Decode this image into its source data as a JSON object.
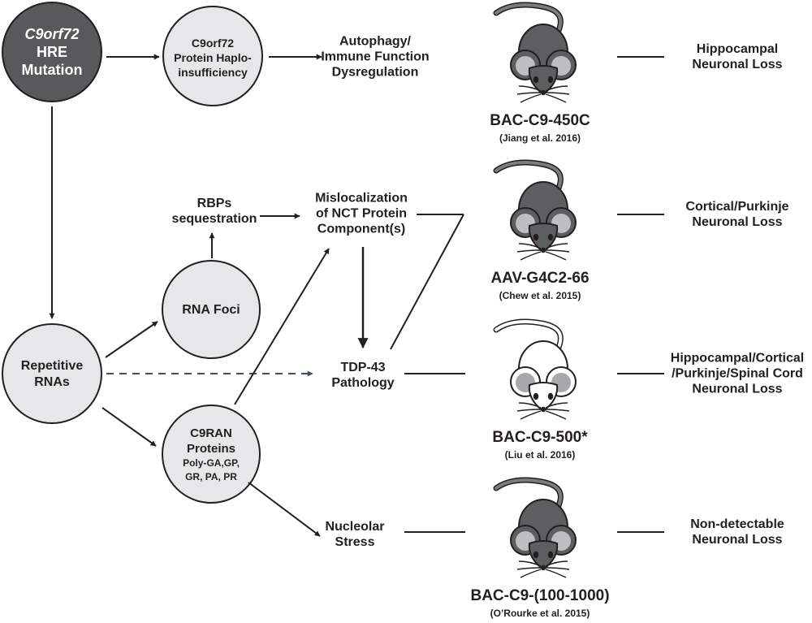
{
  "colors": {
    "dark_circle": "#58595b",
    "light_circle": "#e6e7e8",
    "dashed_arrow": "#3f4e63",
    "mouse_dark": "#5d5e60",
    "mouse_light": "#ffffff"
  },
  "nodes": {
    "hre": {
      "line1": "C9orf72",
      "line2": "HRE",
      "line3": "Mutation"
    },
    "haplo": {
      "line1": "C9orf72",
      "line2": "Protein Haplo-",
      "line3": "insufficiency"
    },
    "repetitive": {
      "line1": "Repetitive",
      "line2": "RNAs"
    },
    "rna_foci": {
      "label": "RNA Foci"
    },
    "c9ran": {
      "line1": "C9RAN",
      "line2": "Proteins",
      "line3": "Poly-GA,GP,",
      "line4": "GR, PA, PR"
    }
  },
  "processes": {
    "autophagy": {
      "line1": "Autophagy/",
      "line2": "Immune Function",
      "line3": "Dysregulation"
    },
    "rbp": {
      "line1": "RBPs",
      "line2": "sequestration"
    },
    "nct": {
      "line1": "Mislocalization",
      "line2": "of NCT Protein",
      "line3": "Component(s)"
    },
    "tdp43": {
      "line1": "TDP-43",
      "line2": "Pathology"
    },
    "nucleolar": {
      "line1": "Nucleolar",
      "line2": "Stress"
    }
  },
  "models": [
    {
      "name": "BAC-C9-450C",
      "ref": "(Jiang et al. 2016)",
      "color": "dark",
      "outcome": [
        "Hippocampal",
        "Neuronal Loss"
      ]
    },
    {
      "name": "AAV-G4C2-66",
      "ref": "(Chew et al. 2015)",
      "color": "dark",
      "outcome": [
        "Cortical/Purkinje",
        "Neuronal Loss"
      ]
    },
    {
      "name": "BAC-C9-500*",
      "ref": "(Liu et al. 2016)",
      "color": "light",
      "outcome": [
        "Hippocampal/Cortical",
        "/Purkinje/Spinal Cord",
        "Neuronal Loss"
      ]
    },
    {
      "name": "BAC-C9-(100-1000)",
      "ref": "(O’Rourke et al. 2015)",
      "color": "dark",
      "outcome": [
        "Non-detectable",
        "Neuronal Loss"
      ]
    }
  ]
}
